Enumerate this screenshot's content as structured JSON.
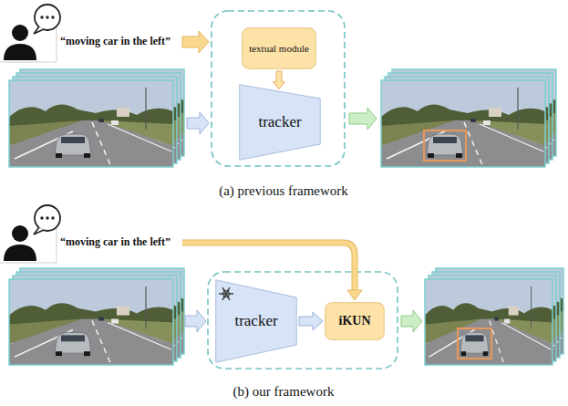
{
  "diagram": {
    "nodes": [
      {
        "text": [
          "textual module"
        ]
      },
      {
        "text": [
          "tracker"
        ]
      },
      {
        "text": [
          "tracker"
        ]
      },
      {
        "text": [
          "iKUN"
        ]
      }
    ],
    "edges": [
      {
        "from": 0,
        "to": 1,
        "arrow": "to"
      },
      {
        "from": 2,
        "to": 3,
        "arrow": "to"
      }
    ],
    "labels": [
      "“moving car in the left”",
      "(a) previous framework",
      "“moving car in the left”",
      "(b) our framework"
    ]
  }
}
